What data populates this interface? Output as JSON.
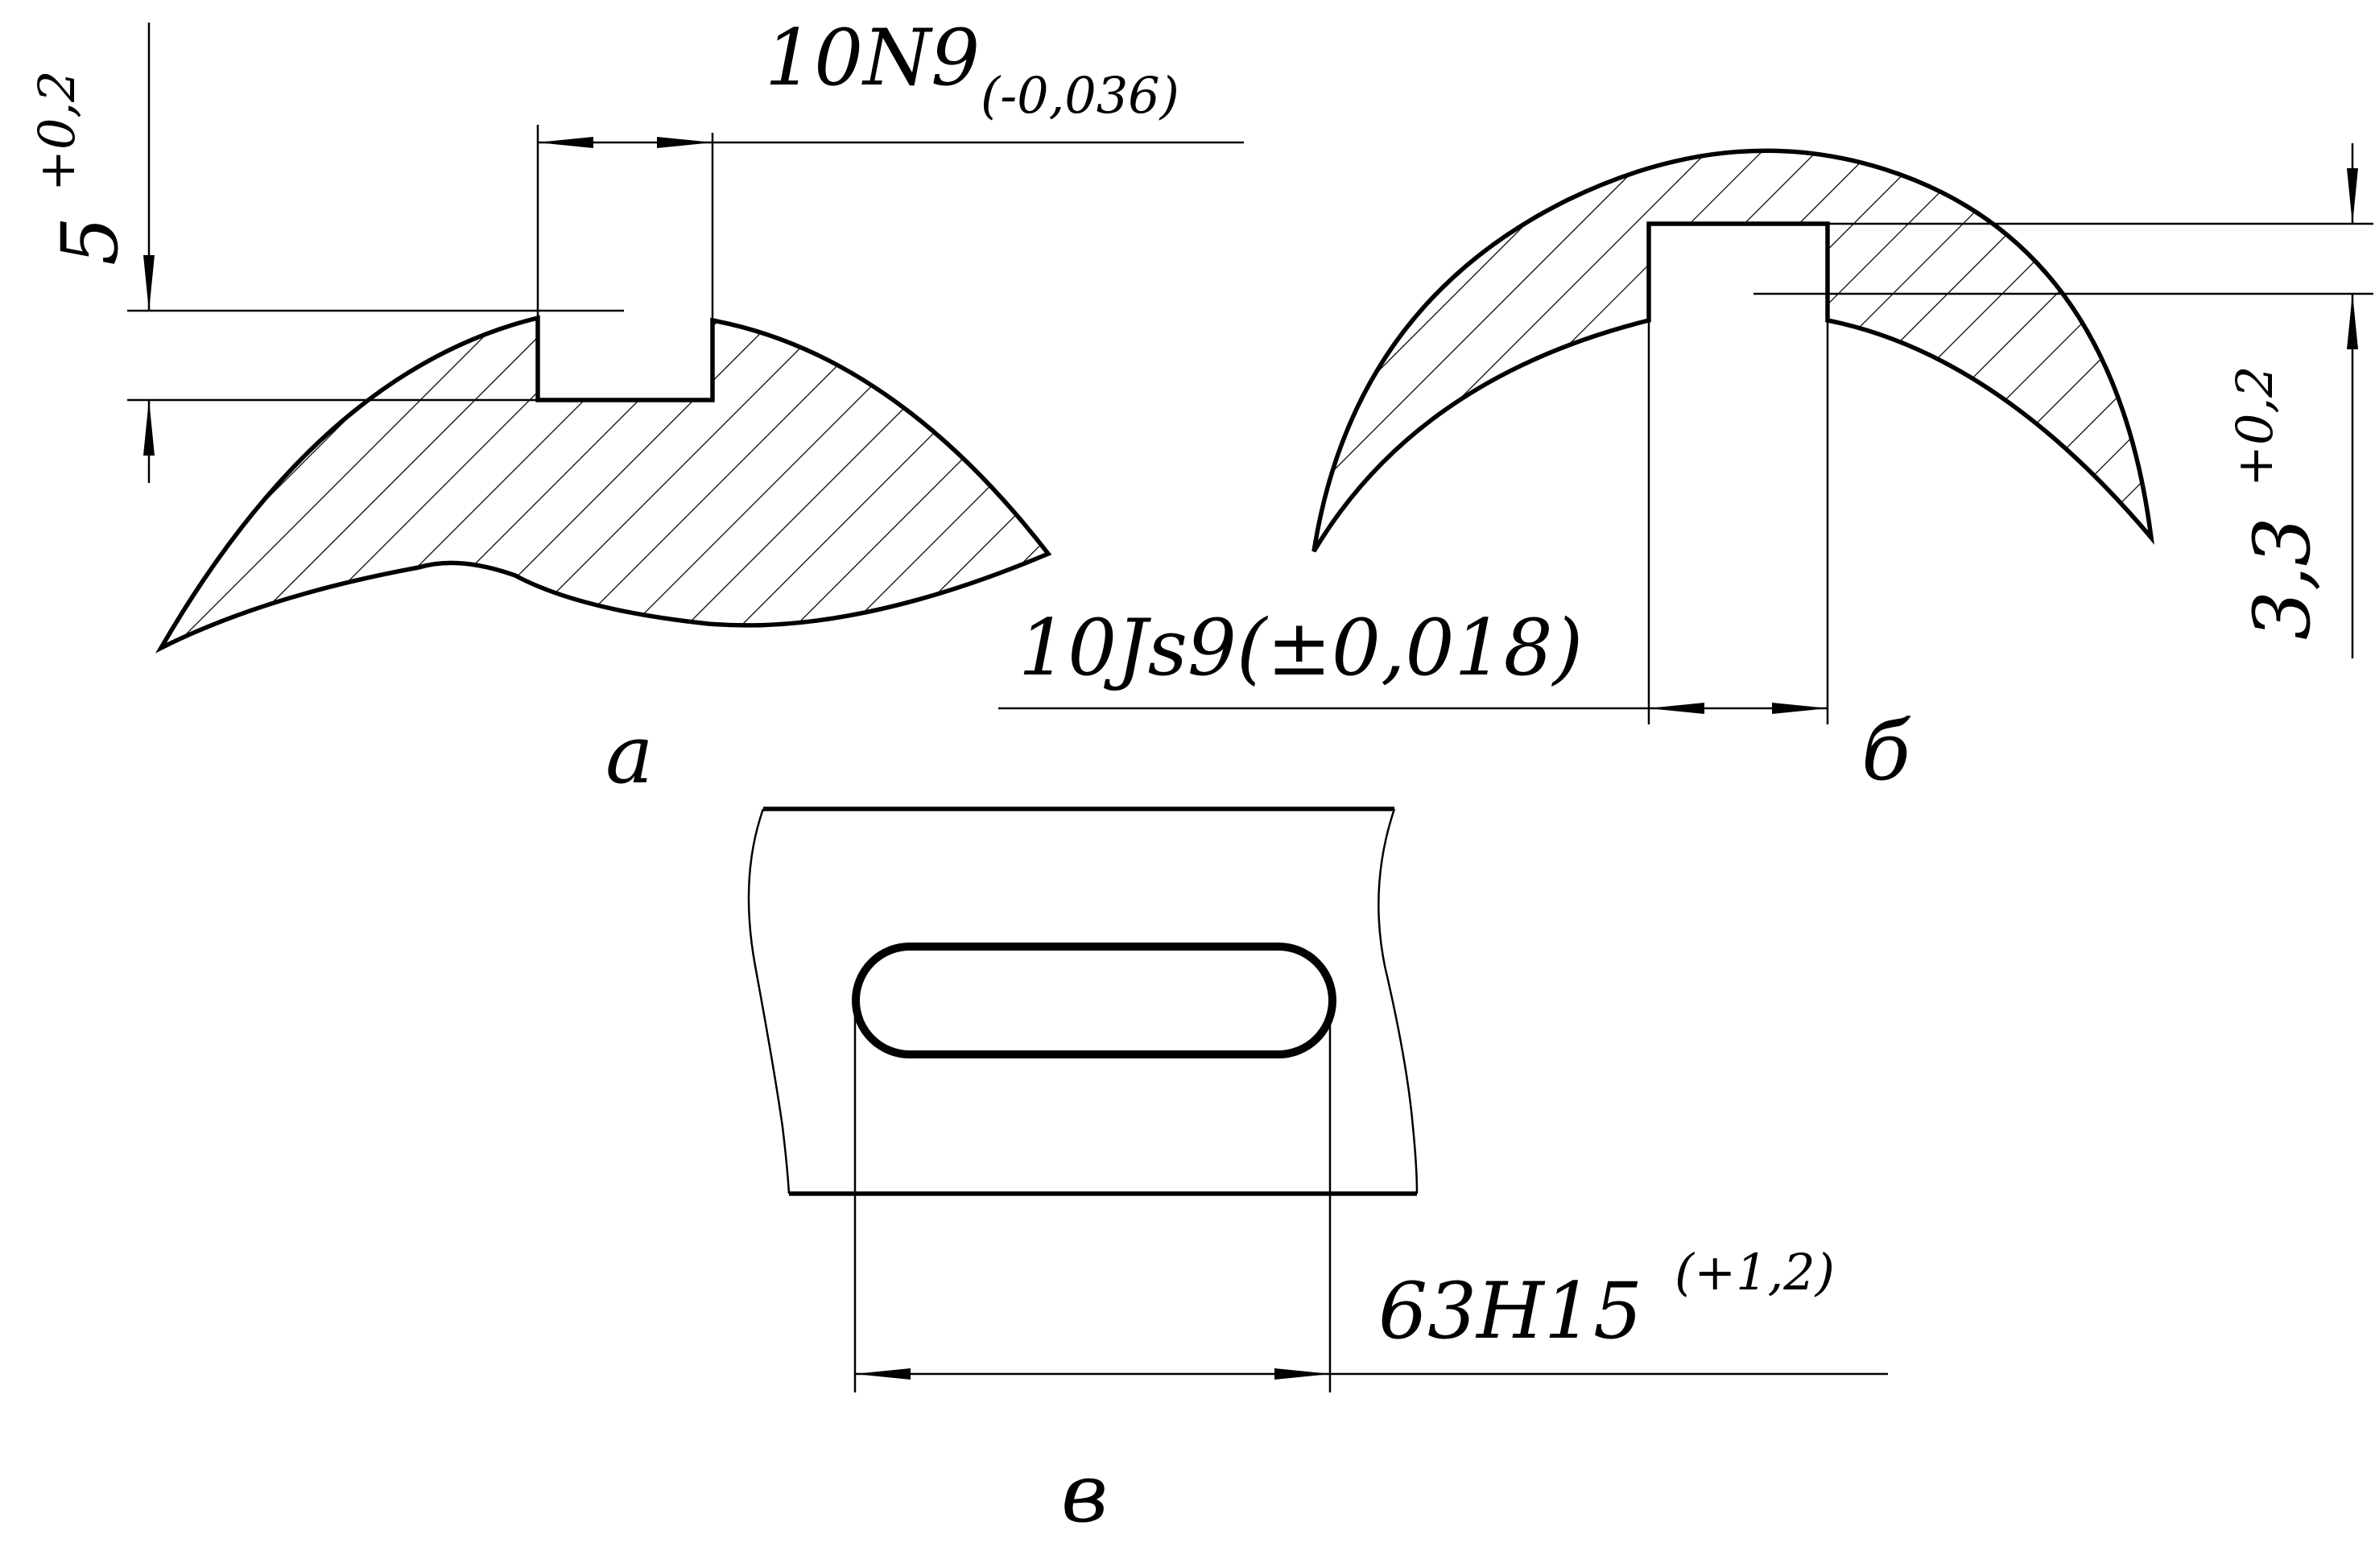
{
  "views": {
    "a": {
      "label": "а",
      "width_dim": {
        "nominal": "10N9",
        "tolerance": "(-0,036)"
      },
      "depth_dim": {
        "nominal": "5",
        "tolerance": "+0,2"
      }
    },
    "b": {
      "label": "б",
      "width_dim": {
        "nominal": "10Js9(±0,018)"
      },
      "depth_dim": {
        "nominal": "3,3",
        "tolerance": "+0,2"
      }
    },
    "c": {
      "label": "в",
      "length_dim": {
        "nominal": "63H15",
        "tolerance": "(+1,2)"
      }
    }
  },
  "colors": {
    "line": "#000000",
    "background": "#ffffff"
  }
}
